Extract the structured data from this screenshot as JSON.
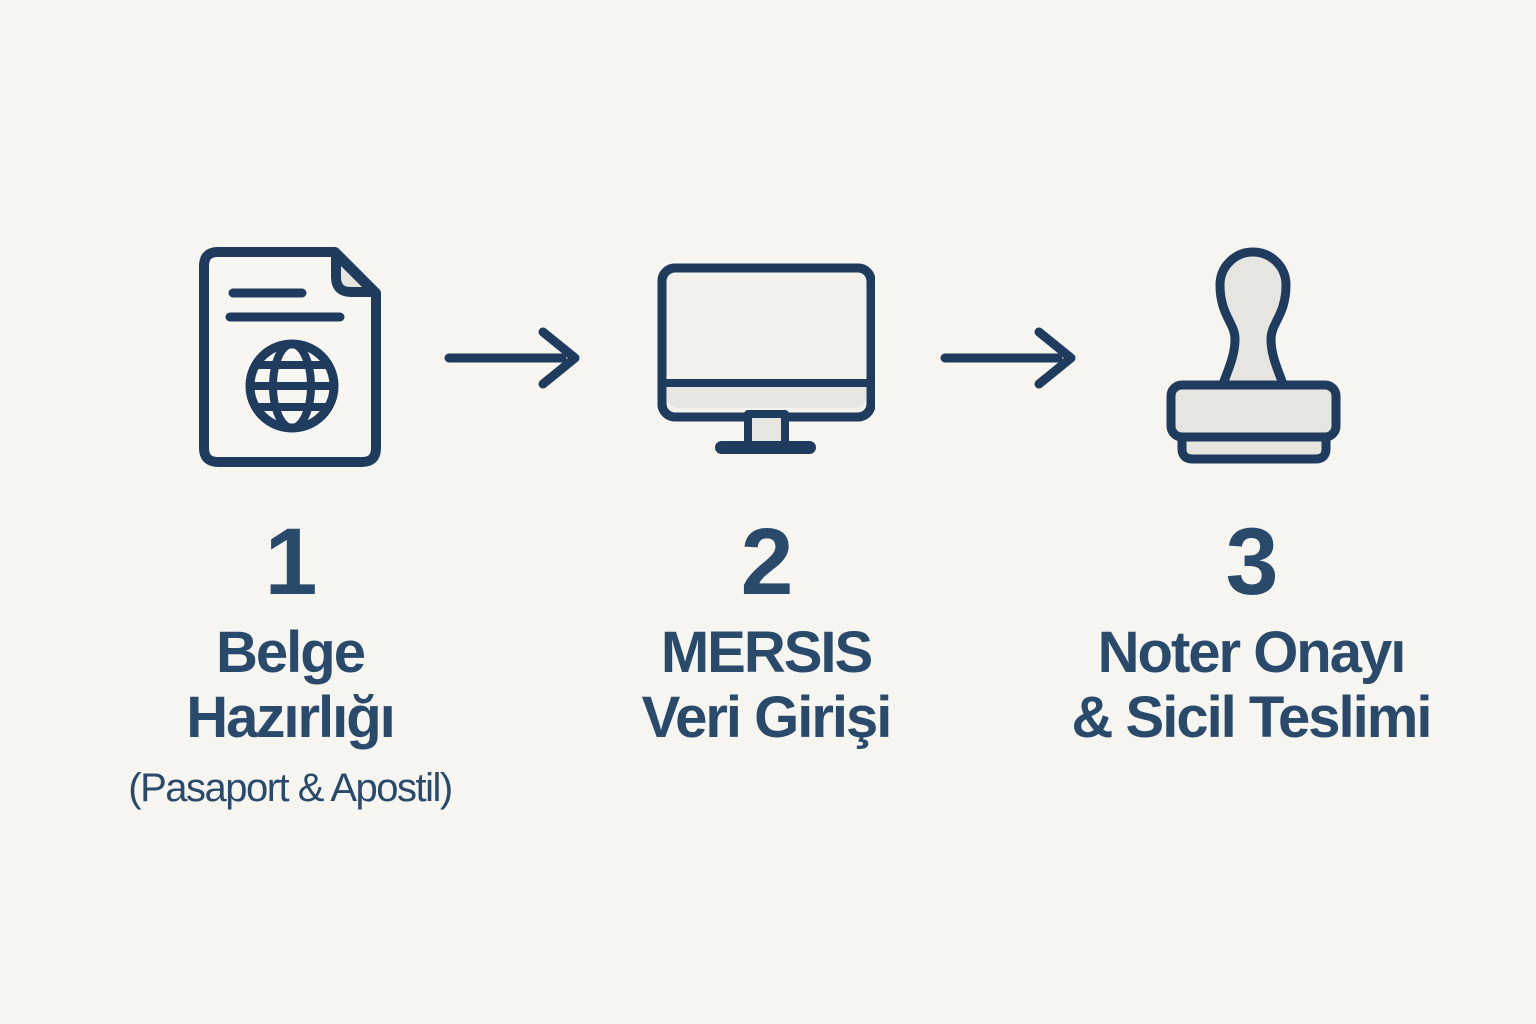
{
  "colors": {
    "bg": "#f7f5f0",
    "navy": "#1f3c5e",
    "text": "#2a4a6c",
    "light": "#e7e5df",
    "screen": "#f3f1ec",
    "paper": "#f8f6f1"
  },
  "diagram": {
    "type": "process-flow",
    "language": "Turkish",
    "step_count": 3
  },
  "steps": [
    {
      "number": "1",
      "title_line1": "Belge",
      "title_line2": "Hazırlığı",
      "subtitle": "(Pasaport & Apostil)",
      "icon": "document-globe-icon"
    },
    {
      "number": "2",
      "title_line1": "MERSIS",
      "title_line2": "Veri Girişi",
      "subtitle": "",
      "icon": "computer-monitor-icon"
    },
    {
      "number": "3",
      "title_line1": "Noter Onayı",
      "title_line2": "& Sicil Teslimi",
      "subtitle": "",
      "icon": "rubber-stamp-icon"
    }
  ],
  "connectors": [
    "right-arrow",
    "right-arrow"
  ]
}
